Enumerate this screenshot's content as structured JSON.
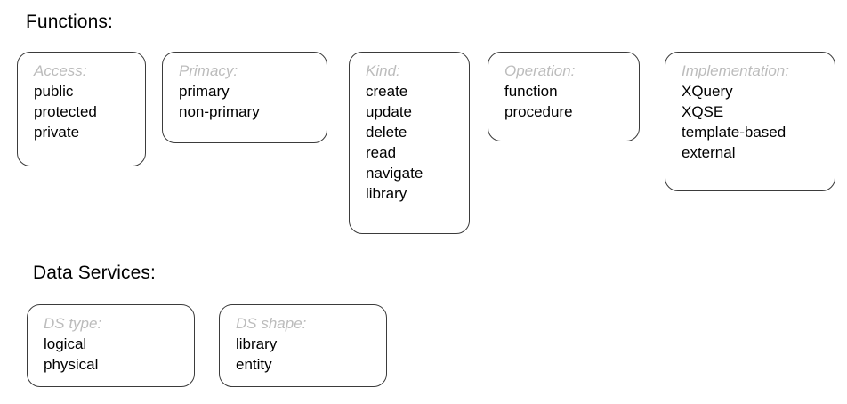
{
  "page": {
    "background_color": "#ffffff",
    "box_border_color": "#3b3b3b",
    "label_color": "#bcbcbc",
    "item_color": "#000000"
  },
  "sections": [
    {
      "id": "functions",
      "heading": "Functions:",
      "facets": [
        {
          "id": "access",
          "label": "Access:",
          "items": [
            "public",
            "protected",
            "private"
          ]
        },
        {
          "id": "primacy",
          "label": "Primacy:",
          "items": [
            "primary",
            "non-primary"
          ]
        },
        {
          "id": "kind",
          "label": "Kind:",
          "items": [
            "create",
            "update",
            "delete",
            "read",
            "navigate",
            "library"
          ]
        },
        {
          "id": "operation",
          "label": "Operation:",
          "items": [
            "function",
            "procedure"
          ]
        },
        {
          "id": "implementation",
          "label": "Implementation:",
          "items": [
            "XQuery",
            "XQSE",
            "template-based",
            "external"
          ]
        }
      ]
    },
    {
      "id": "data_services",
      "heading": "Data Services:",
      "facets": [
        {
          "id": "ds_type",
          "label": "DS type:",
          "items": [
            "logical",
            "physical"
          ]
        },
        {
          "id": "ds_shape",
          "label": "DS shape:",
          "items": [
            "library",
            "entity"
          ]
        }
      ]
    }
  ]
}
